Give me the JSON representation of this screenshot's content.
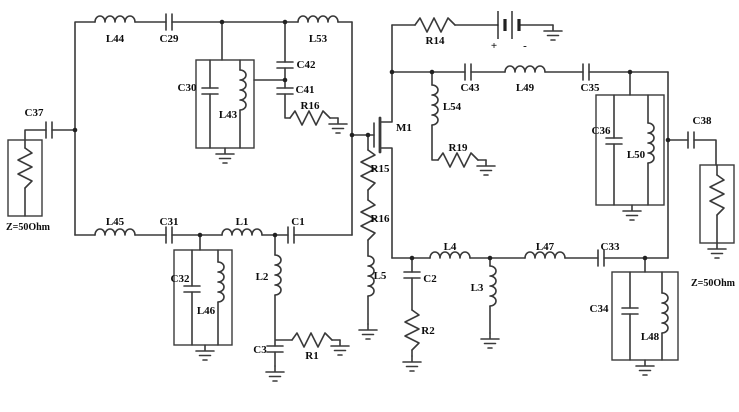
{
  "labels": {
    "C37": "C37",
    "Z_left": "Z=50Ohm",
    "L44": "L44",
    "C29": "C29",
    "L53": "L53",
    "C30": "C30",
    "L43": "L43",
    "C42": "C42",
    "C41": "C41",
    "R16_top": "R16",
    "L45": "L45",
    "C31": "C31",
    "L1": "L1",
    "C1": "C1",
    "C32": "C32",
    "L46": "L46",
    "L2": "L2",
    "C3": "C3",
    "R1": "R1",
    "R15": "R15",
    "R16_mid": "R16",
    "L5": "L5",
    "M1": "M1",
    "R14": "R14",
    "battery_plus": "+",
    "battery_minus": "-",
    "C43": "C43",
    "L49": "L49",
    "C35": "C35",
    "L54": "L54",
    "R19": "R19",
    "C36": "C36",
    "L50": "L50",
    "C38": "C38",
    "Z_right": "Z=50Ohm",
    "L4": "L4",
    "C2": "C2",
    "R2": "R2",
    "L3": "L3",
    "L47": "L47",
    "C33": "C33",
    "C34": "C34",
    "L48": "L48"
  }
}
